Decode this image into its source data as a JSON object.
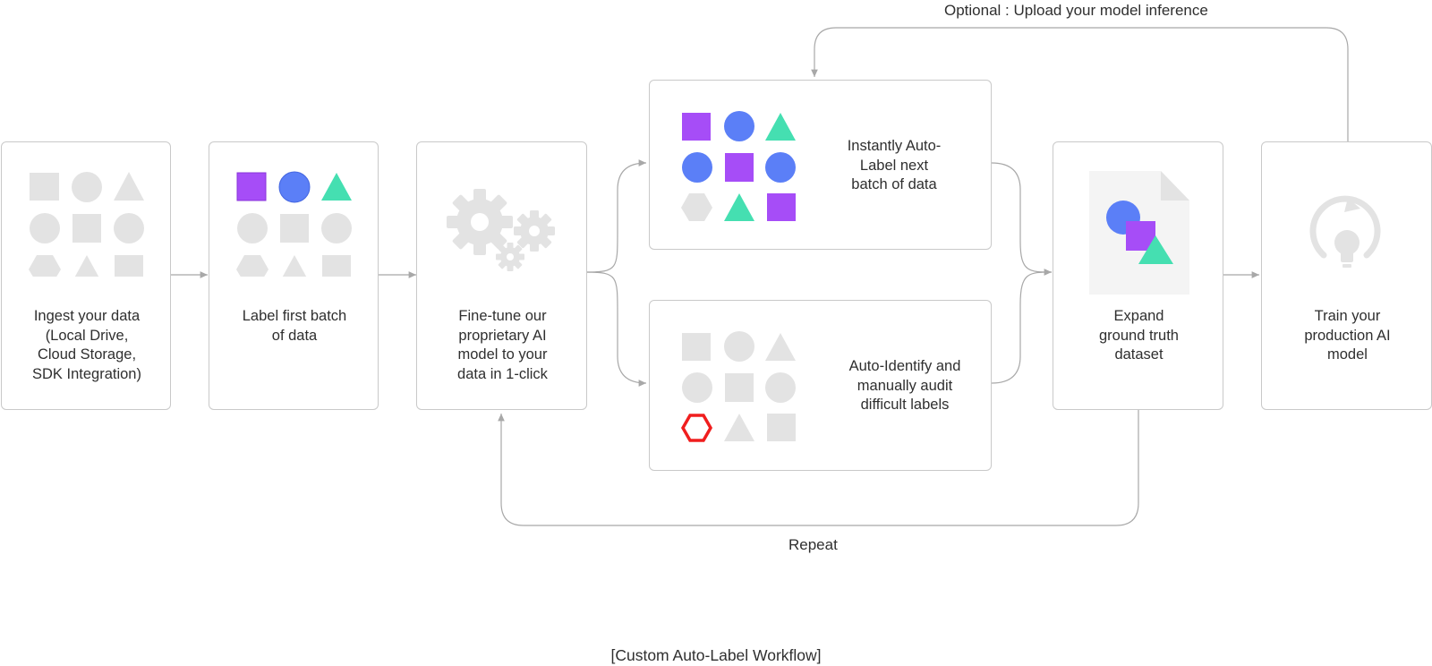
{
  "steps": {
    "ingest": "Ingest your data\n(Local Drive,\nCloud Storage,\nSDK Integration)",
    "label_first": "Label first batch\nof data",
    "finetune": "Fine-tune our\nproprietary AI\nmodel to your\ndata in 1-click",
    "auto_label": "Instantly Auto-\nLabel next\nbatch of data",
    "audit": "Auto-Identify and\nmanually audit\ndifficult labels",
    "expand": "Expand\nground truth\ndataset",
    "train": "Train your\nproduction AI\nmodel"
  },
  "optional_label": "Optional : Upload your model inference",
  "repeat_label": "Repeat",
  "caption": "[Custom Auto-Label Workflow]",
  "colors": {
    "gray_shape": "#e3e3e3",
    "purple": "#a64df7",
    "blue": "#5b7ff7",
    "teal": "#45dfb1",
    "red": "#f01e1e",
    "line": "#a8a8a8",
    "border": "#c9c9c9"
  },
  "icons": [
    "gear-icon",
    "document-icon",
    "refresh-bulb-icon"
  ]
}
